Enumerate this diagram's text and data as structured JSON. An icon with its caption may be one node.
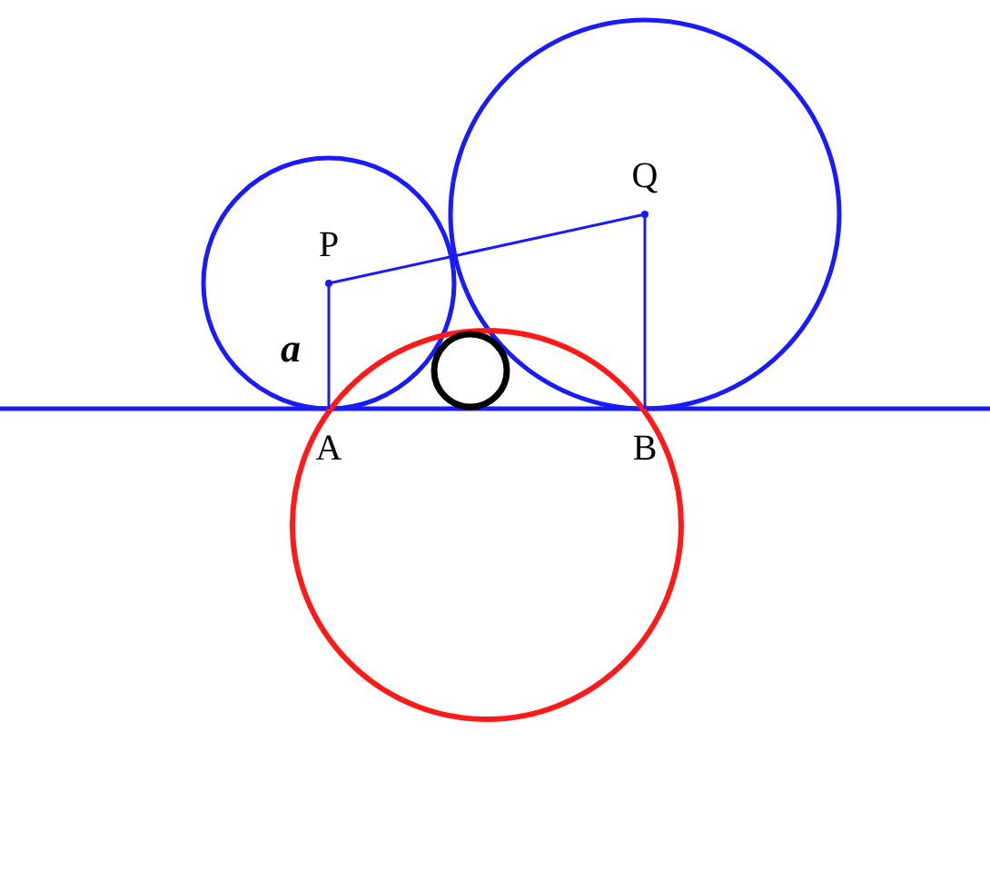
{
  "diagram": {
    "labels": [
      "Q",
      "P",
      "a",
      "A",
      "B"
    ]
  }
}
